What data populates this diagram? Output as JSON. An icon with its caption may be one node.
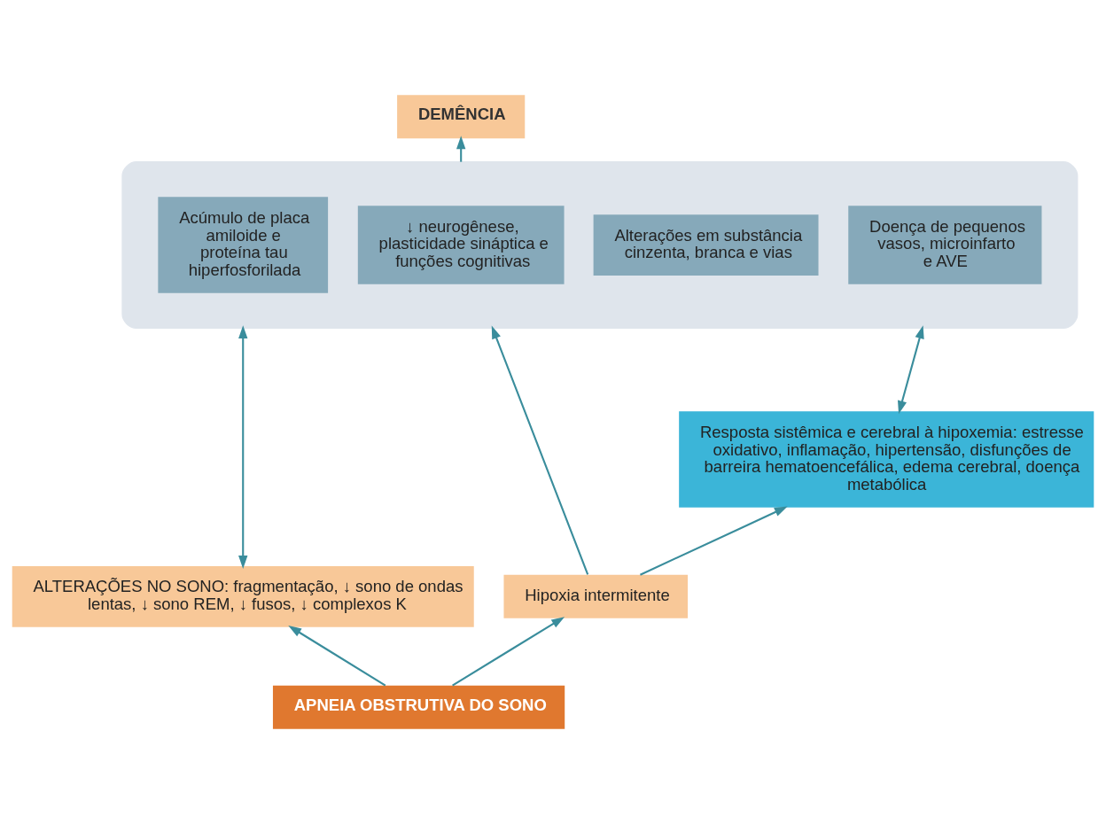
{
  "diagram": {
    "nodes": [
      {
        "text": [
          "DEMÊNCIA"
        ]
      },
      {
        "text": [],
        "shape": "cloud"
      },
      {
        "text": [
          "Acúmulo de placa amiloide e proteína tau hiperfosforilada"
        ],
        "in": 1
      },
      {
        "text": [
          "Alterações em substância cinzenta, branca e vias"
        ],
        "in": 1
      },
      {
        "text": [
          "Doença de pequenos vasos, microinfarto e AVE"
        ],
        "in": 1
      },
      {
        "text": [
          "↓ neurogênese, plasticidade sináptica e funções cognitivas"
        ],
        "in": 1
      },
      {
        "text": [
          "Resposta sistêmica e cerebral à hipoxemia: estresse oxidativo, inflamação, hipertensão, disfunções de barreira hematoencefálica, edema cerebral, doença metabólica"
        ]
      },
      {
        "text": [
          "ALTERAÇÕES NO SONO: fragmentação, ↓ sono de ondas lentas, ↓ sono REM, ↓ fusos, ↓ complexos K"
        ]
      },
      {
        "text": [
          "Hipoxia intermitente"
        ]
      },
      {
        "text": [
          "APNEIA OBSTRUTIVA DO SONO"
        ]
      }
    ],
    "edges": [
      {
        "from": 1,
        "to": 0,
        "arrow": "to"
      },
      {
        "from": 7,
        "to": 1,
        "arrow": "both"
      },
      {
        "from": 6,
        "to": 1,
        "arrow": "both"
      },
      {
        "from": 8,
        "to": 6,
        "arrow": "to"
      },
      {
        "from": 8,
        "to": 1,
        "arrow": "to"
      },
      {
        "from": 9,
        "to": 7,
        "arrow": "to"
      },
      {
        "from": 9,
        "to": 8,
        "arrow": "to"
      }
    ]
  }
}
